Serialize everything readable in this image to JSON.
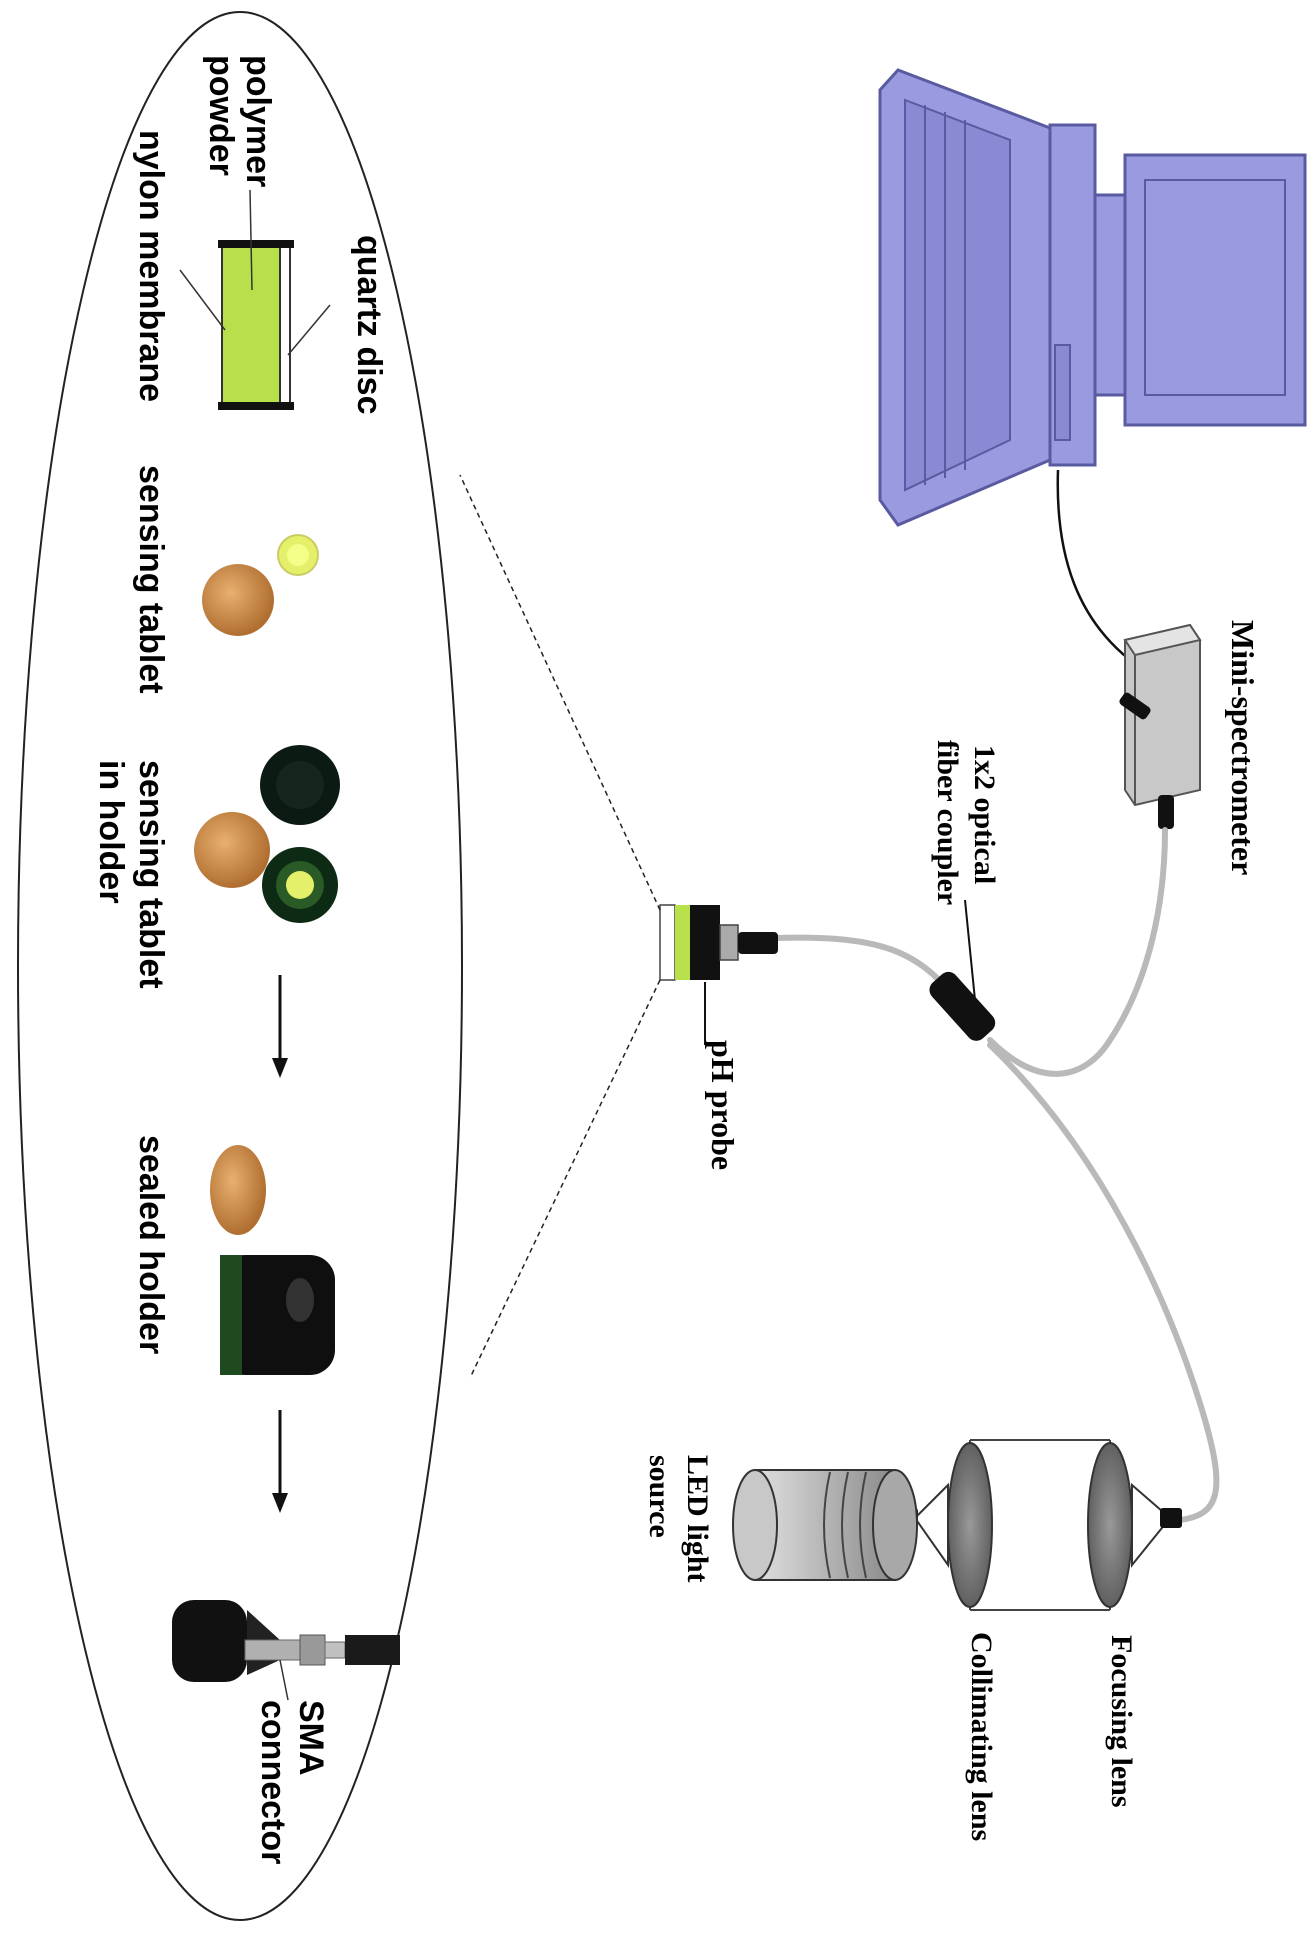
{
  "labels": {
    "polymer_powder_1": "polymer",
    "polymer_powder_2": "powder",
    "quartz_disc": "quartz disc",
    "nylon_membrane": "nylon membrane",
    "sensing_tablet": "sensing tablet",
    "tablet_in_holder_1": "sensing tablet",
    "tablet_in_holder_2": "in holder",
    "sealed_holder": "sealed holder",
    "sma_1": "SMA",
    "sma_2": "connector",
    "ph_probe": "pH probe",
    "coupler_1": "1x2 optical",
    "coupler_2": "fiber coupler",
    "mini_spectrometer": "Mini-spectrometer",
    "focusing_lens": "Focusing lens",
    "collimating_lens": "Collimating lens",
    "led_1": "LED light",
    "led_2": "source"
  },
  "colors": {
    "computer": "#9a9ae0",
    "computer_outline": "#5a5aa0",
    "sensing_layer": "#b8e04a",
    "fiber": "#b9b9b9",
    "spectrometer": "#c8c8c8",
    "lens": "#7a7a7a",
    "led_body": "#bdbdbd",
    "coin": "#c98a45",
    "holder": "#111111"
  }
}
